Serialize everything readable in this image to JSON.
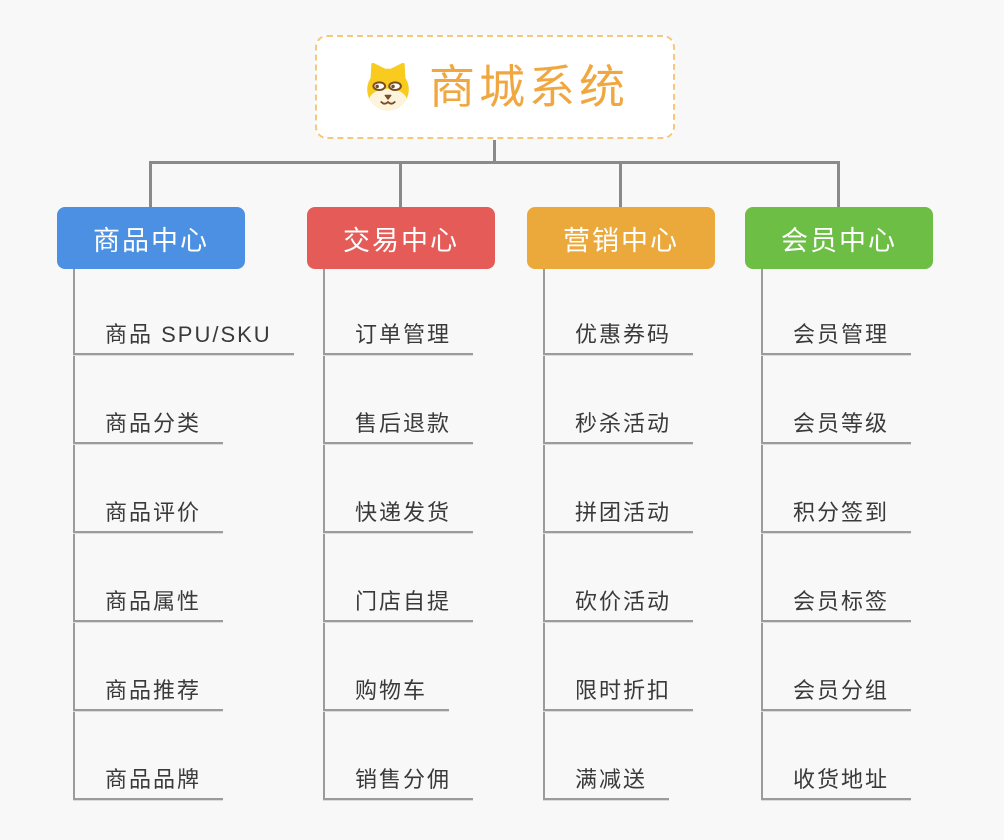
{
  "diagram": {
    "root": {
      "title": "商城系统",
      "icon": "dog-face-icon"
    },
    "branches": [
      {
        "label": "商品中心",
        "color": "#4B90E2",
        "children": [
          "商品 SPU/SKU",
          "商品分类",
          "商品评价",
          "商品属性",
          "商品推荐",
          "商品品牌"
        ]
      },
      {
        "label": "交易中心",
        "color": "#E45B57",
        "children": [
          "订单管理",
          "售后退款",
          "快递发货",
          "门店自提",
          "购物车",
          "销售分佣"
        ]
      },
      {
        "label": "营销中心",
        "color": "#EBA93B",
        "children": [
          "优惠券码",
          "秒杀活动",
          "拼团活动",
          "砍价活动",
          "限时折扣",
          "满减送"
        ]
      },
      {
        "label": "会员中心",
        "color": "#6CBE45",
        "children": [
          "会员管理",
          "会员等级",
          "积分签到",
          "会员标签",
          "会员分组",
          "收货地址"
        ]
      }
    ],
    "colors": {
      "background": "#F8F8F8",
      "connector": "#8A8A8A",
      "underline": "#9B9B9B",
      "root_border": "#F6C77D",
      "root_text": "#F1A73F",
      "item_text": "#3A3A3A"
    }
  }
}
